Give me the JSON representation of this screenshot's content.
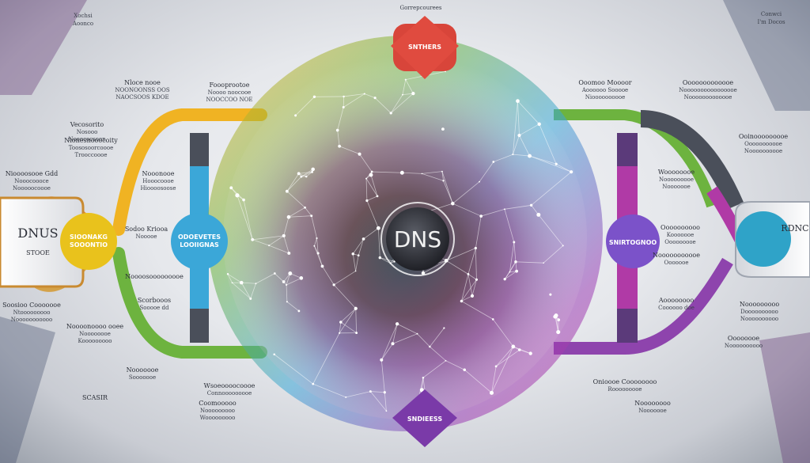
{
  "center": {
    "label": "DNS"
  },
  "top_node": {
    "label": "SNTHERS"
  },
  "bottom_node": {
    "label": "SNDIEESS"
  },
  "left_box": {
    "title": "DNUS",
    "subtitle": "STOOE"
  },
  "right_box": {
    "title": "RDNC",
    "subtitle": ""
  },
  "left_nodes": [
    {
      "label": "SIOONAKG\nSOOONTIO",
      "color": "#e9c21c"
    },
    {
      "label": "ODOEVETES\nLOOIIGNAS",
      "color": "#3ba7d8"
    }
  ],
  "right_nodes": [
    {
      "label": "SNIRTOGNOO",
      "color": "#7b52c9"
    }
  ],
  "header_text": "Gorrepcourees",
  "corner_tl": [
    "Xochsi",
    "Aoonco"
  ],
  "corner_tr": [
    "Conwci",
    "I'm Docos"
  ],
  "corner_bl": [
    "SCASIR"
  ],
  "labels_left": [
    [
      "Nloce nooe",
      "NOONOONSS OOS",
      "NAOCSOOS KDOE"
    ],
    [
      "Foooprootoe",
      "Noooo noocooe",
      "NOOCCOO NOE"
    ],
    [
      "Vecosorito",
      "Nosooo",
      "Nooococsoon"
    ],
    [
      "Nionesnooocoity",
      "Toososoorcoooe",
      "Trooccoooe"
    ],
    [
      "Nioooosooe Gdd",
      "Nooocoooce",
      "Nooooocoooe"
    ],
    [
      "Nooonooe",
      "Hooocoooe",
      "Hioooosoose"
    ],
    [
      "Sodoo Kriooa",
      "Nooooe"
    ],
    [
      "Noooosooooooooe"
    ],
    [
      "Scorbooos",
      "Sooooe dd"
    ],
    [
      "Soosioo Cooooooe",
      "Ntooooooooo",
      "Nooooooooooo"
    ],
    [
      "Noooonoooo ooee",
      "Noooooooe",
      "Kooooooooo"
    ],
    [
      "Nooooooe",
      "Sooooooe"
    ],
    [
      "Wsoeoooocoooe",
      "Connooooooooe"
    ],
    [
      "Coomooooo",
      "Nooooooooo",
      "Wooooooooo"
    ]
  ],
  "labels_right": [
    [
      "Ooomoo Moooor",
      "Aoooooo Sooooe",
      "Nioooooooooe"
    ],
    [
      "Ooooooooooooe",
      "Noooooooooooooooe",
      "Nooooooooooooe"
    ],
    [
      "Ooinooooooooe",
      "Ooooooooooe",
      "Noooooooooe"
    ],
    [
      "Woooooooe",
      "Nooooooooe",
      "Nooooooe"
    ],
    [
      "Oooooooooo",
      "Kooooooe",
      "Ooooooooe"
    ],
    [
      "Nooooooooooe",
      "Ooooooe"
    ],
    [
      "Aoooooooo",
      "Coooooo doe"
    ],
    [
      "Nooooooooo",
      "Doooooooooo",
      "Noooooooooo"
    ],
    [
      "Oooooooe",
      "Noooooooooo"
    ],
    [
      "Onioooe Coooooooo",
      "Rooooooooe"
    ],
    [
      "Noooooooo",
      "Nooooooe"
    ]
  ],
  "colors": {
    "yellow": "#f0b323",
    "orange": "#e8872a",
    "green": "#6db33f",
    "blue": "#3ba7d8",
    "purple": "#8e44ad",
    "magenta": "#b03aa6",
    "red": "#d8453a",
    "gray": "#4a4f5a",
    "center": "#2d2f36"
  }
}
